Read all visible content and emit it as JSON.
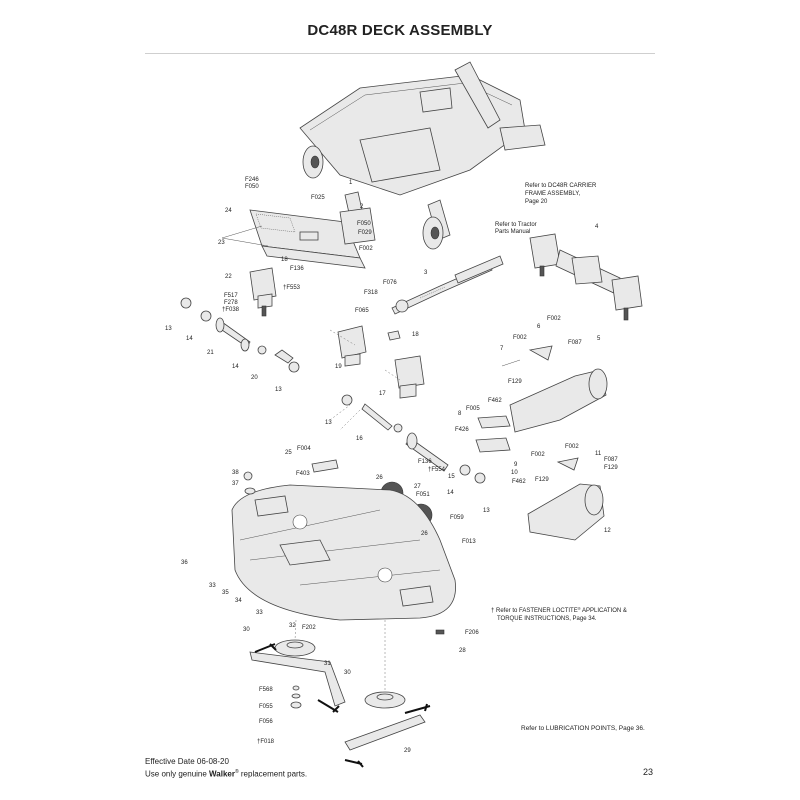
{
  "title": "DC48R DECK ASSEMBLY",
  "notes": {
    "carrier_line1": "Refer to DC48R CARRIER",
    "carrier_line2": "FRAME ASSEMBLY,",
    "carrier_line3": "Page 20",
    "tractor_line1": "Refer to Tractor",
    "tractor_line2": "Parts Manual",
    "fastener_line1": "† Refer to FASTENER LOCTITE",
    "fastener_reg": "®",
    "fastener_line1b": " APPLICATION &",
    "fastener_line2": "TORQUE INSTRUCTIONS, Page 34.",
    "lubrication": "Refer to LUBRICATION POINTS, Page 36."
  },
  "footer": {
    "effective": "Effective Date 06-08-20",
    "genuine_pre": "Use only genuine ",
    "brand": "Walker",
    "reg": "®",
    "genuine_post": " replacement parts.",
    "page": "23"
  },
  "labels": {
    "F246": "F246",
    "F050": "F050",
    "F025": "F025",
    "n1": "1",
    "n2": "2",
    "F050b": "F050",
    "F029": "F029",
    "F002a": "F002",
    "n24": "24",
    "n23": "23",
    "n18a": "18",
    "F136a": "F136",
    "n22": "22",
    "F553": "†F553",
    "F517": "F517",
    "F278": "F278",
    "F038": "†F038",
    "n13a": "13",
    "n14a": "14",
    "n21": "21",
    "n14b": "14",
    "n20": "20",
    "n13b": "13",
    "n3": "3",
    "F076": "F076",
    "F318": "F318",
    "F065": "F065",
    "n19": "19",
    "n18b": "18",
    "n17": "17",
    "n13c": "13",
    "n16": "16",
    "n4": "4",
    "n6": "6",
    "F002b": "F002",
    "F002c": "F002",
    "n7": "7",
    "F087a": "F087",
    "n5": "5",
    "F129a": "F129",
    "n8": "8",
    "F005": "F005",
    "F462a": "F462",
    "F426": "F426",
    "n9": "9",
    "n10": "10",
    "F462b": "F462",
    "F136b": "F136",
    "F554": "†F554",
    "n15": "15",
    "n14c": "14",
    "n13d": "13",
    "F002d": "F002",
    "F002e": "F002",
    "n11": "11",
    "F087b": "F087",
    "F129b": "F129",
    "F129c": "F129",
    "n12": "12",
    "n25": "25",
    "F004": "F004",
    "F403": "F403",
    "n38": "38",
    "n37": "37",
    "n26a": "26",
    "n27": "27",
    "F051": "F051",
    "F059": "F059",
    "n26b": "26",
    "F013": "F013",
    "n36": "36",
    "n33a": "33",
    "n35": "35",
    "n34": "34",
    "n33b": "33",
    "n32": "32",
    "F202": "F202",
    "n30a": "30",
    "n31": "31",
    "F206": "F206",
    "n28": "28",
    "n30b": "30",
    "F568": "F568",
    "F055": "F055",
    "F056": "F056",
    "F018": "†F018",
    "n29": "29"
  }
}
